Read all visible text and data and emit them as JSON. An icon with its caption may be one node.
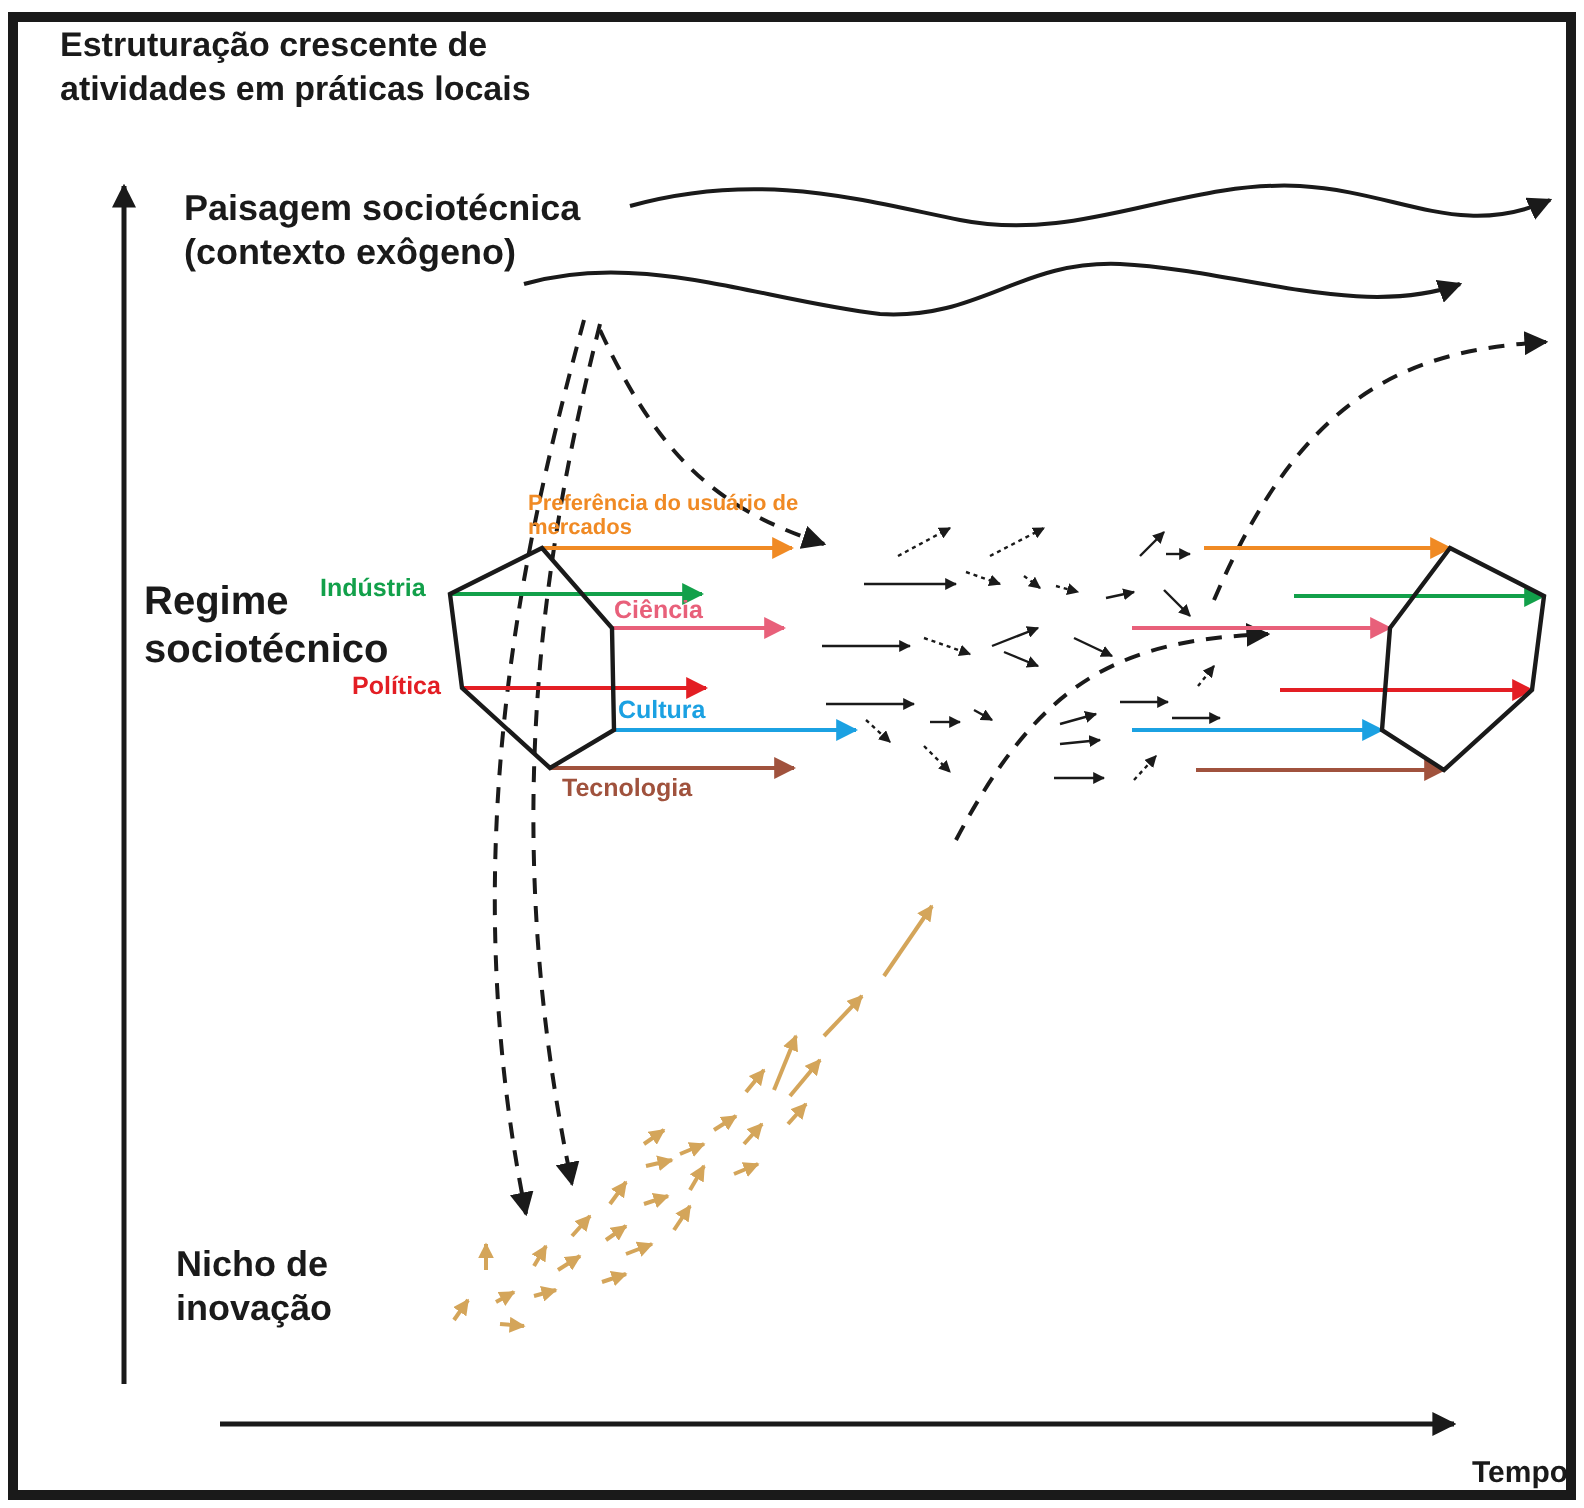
{
  "diagram": {
    "nodes": [
      {
        "text": [],
        "shape": "hexagon"
      },
      {
        "text": [],
        "shape": "hexagon"
      }
    ],
    "edges": [
      {
        "from": 0,
        "to": null,
        "arrow": "to",
        "label": "Preferência do usuário de mercados",
        "color": "#f08a24"
      },
      {
        "from": 0,
        "to": null,
        "arrow": "to",
        "label": "Indústria",
        "color": "#12a04a"
      },
      {
        "from": 0,
        "to": null,
        "arrow": "to",
        "label": "Ciência",
        "color": "#e8607a"
      },
      {
        "from": 0,
        "to": null,
        "arrow": "to",
        "label": "Política",
        "color": "#e31e24"
      },
      {
        "from": 0,
        "to": null,
        "arrow": "to",
        "label": "Cultura",
        "color": "#1ba1e2"
      },
      {
        "from": 0,
        "to": null,
        "arrow": "to",
        "label": "Tecnologia",
        "color": "#a0523d"
      },
      {
        "from": null,
        "to": 1,
        "arrow": "to",
        "color": "#f08a24"
      },
      {
        "from": null,
        "to": 1,
        "arrow": "to",
        "color": "#12a04a"
      },
      {
        "from": null,
        "to": 1,
        "arrow": "to",
        "color": "#e8607a"
      },
      {
        "from": null,
        "to": 1,
        "arrow": "to",
        "color": "#e31e24"
      },
      {
        "from": null,
        "to": 1,
        "arrow": "to",
        "color": "#1ba1e2"
      },
      {
        "from": null,
        "to": 1,
        "arrow": "to",
        "color": "#a0523d"
      }
    ],
    "labels": [
      "Estruturação crescente de atividades em práticas locais",
      "Paisagem sociotécnica (contexto exôgeno)",
      "Regime sociotécnico",
      "Nicho de inovação",
      "Tempo"
    ]
  }
}
